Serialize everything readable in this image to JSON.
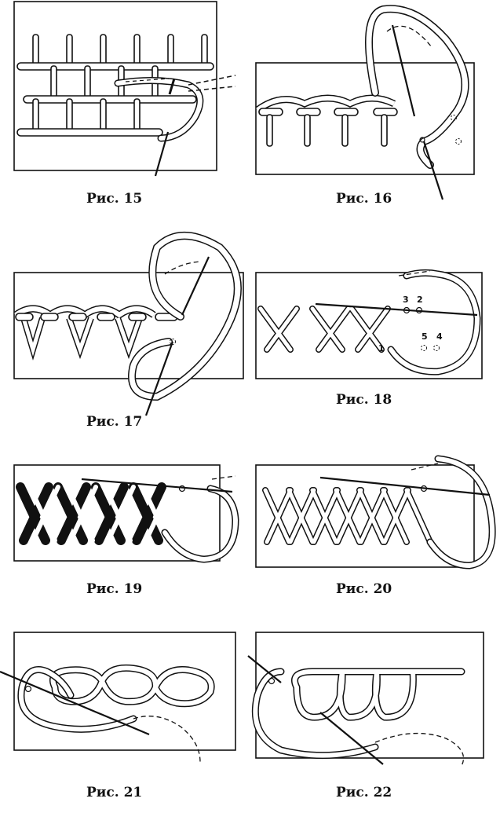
{
  "figures": [
    {
      "id": "fig15",
      "caption": "Рис. 15"
    },
    {
      "id": "fig16",
      "caption": "Рис. 16"
    },
    {
      "id": "fig17",
      "caption": "Рис. 17"
    },
    {
      "id": "fig18",
      "caption": "Рис. 18",
      "point_labels": [
        "3",
        "2",
        "5",
        "4",
        "1"
      ]
    },
    {
      "id": "fig19",
      "caption": "Рис. 19"
    },
    {
      "id": "fig20",
      "caption": "Рис. 20"
    },
    {
      "id": "fig21",
      "caption": "Рис. 21"
    },
    {
      "id": "fig22",
      "caption": "Рис. 22"
    }
  ]
}
